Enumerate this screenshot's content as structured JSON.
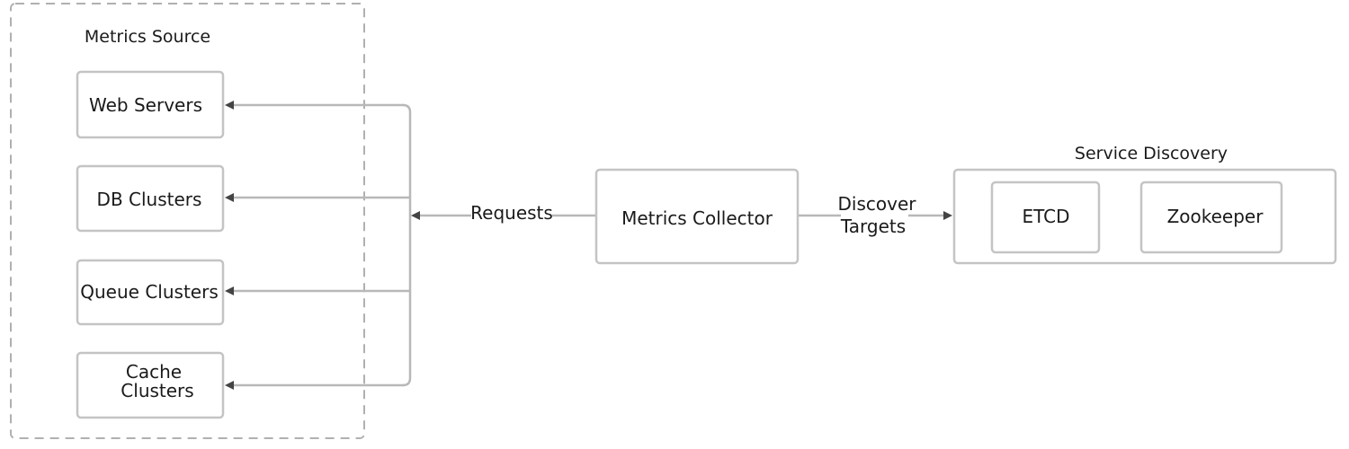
{
  "metrics_source": {
    "title": "Metrics Source",
    "items": [
      {
        "id": "web-servers",
        "lines": [
          "Web Servers"
        ]
      },
      {
        "id": "db-clusters",
        "lines": [
          "DB Clusters"
        ]
      },
      {
        "id": "queue-clusters",
        "lines": [
          "Queue Clusters"
        ]
      },
      {
        "id": "cache-clusters",
        "lines": [
          "Cache",
          "Clusters"
        ]
      }
    ]
  },
  "requests_label": "Requests",
  "metrics_collector": {
    "label": "Metrics Collector"
  },
  "discover_targets": {
    "lines": [
      "Discover",
      "Targets"
    ]
  },
  "service_discovery": {
    "title": "Service Discovery",
    "items": [
      {
        "id": "etcd",
        "label": "ETCD"
      },
      {
        "id": "zookeeper",
        "label": "Zookeeper"
      }
    ]
  },
  "colors": {
    "box_stroke": "#c4c4c4",
    "connector": "#b8b8b8",
    "arrow": "#444444",
    "dashed_border": "#b0b0b0",
    "text": "#1a1a1a"
  }
}
